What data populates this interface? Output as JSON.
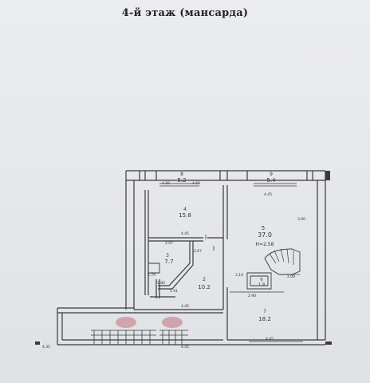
{
  "title": "4-й этаж (мансарда)",
  "rooms": [
    {
      "id": "8",
      "area": "5.2"
    },
    {
      "id": "9",
      "area": "5.4"
    },
    {
      "id": "4",
      "area": "15.8"
    },
    {
      "id": "5",
      "area": "37.0"
    },
    {
      "id": "3",
      "area": "7.7"
    },
    {
      "id": "2",
      "area": "10.2"
    },
    {
      "id": "6",
      "area": "1.9"
    },
    {
      "id": "7",
      "area": "18.2"
    }
  ],
  "ceiling_height": "H=2.58",
  "dimensions": [
    "4.35",
    "4.50",
    "4.45",
    "4.45",
    "3.00",
    "2.07",
    "2.67",
    "2.79",
    "3.10",
    "2.00",
    "1.80",
    "1.91",
    "2.90",
    "4.45",
    "4.45",
    "4.35",
    "4.45"
  ]
}
